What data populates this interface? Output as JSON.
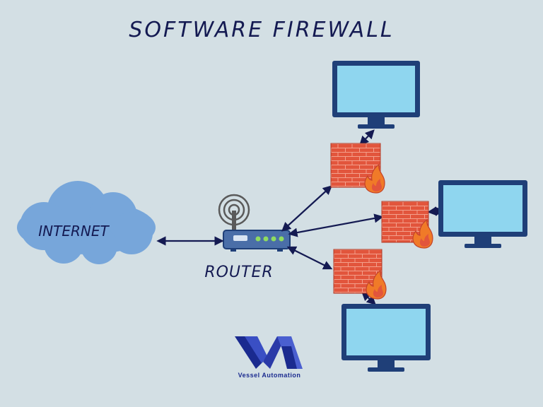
{
  "title": "SOFTWARE FIREWALL",
  "labels": {
    "internet": "INTERNET",
    "router": "ROUTER"
  },
  "brand": {
    "name": "Vessel Automation"
  },
  "icons": {
    "cloud": "cloud-icon",
    "router": "router-icon",
    "firewall": "firewall-icon",
    "monitor": "monitor-icon",
    "logo": "va-logo-icon"
  },
  "colors": {
    "background": "#d3dfe4",
    "cloud": "#77a6da",
    "monitor_frame": "#1f3f78",
    "monitor_screen": "#8fd6ef",
    "brick": "#e2553c",
    "mortar": "#f3a08c",
    "flame": "#f07a28",
    "router_body": "#4a6ea8",
    "led": "#8fdc60",
    "ink": "#141a52",
    "brand": "#1a2a8f"
  }
}
